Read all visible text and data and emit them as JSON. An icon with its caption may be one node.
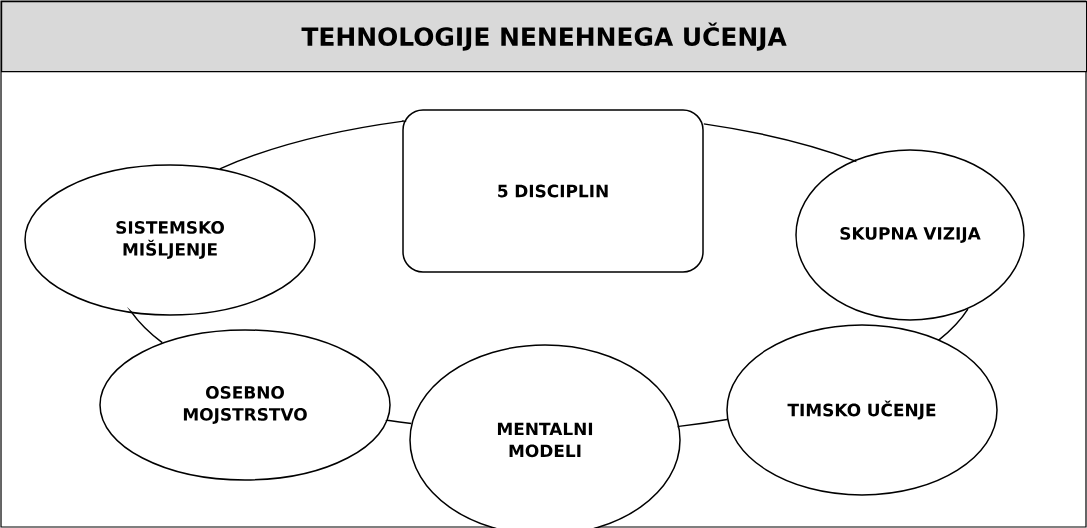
{
  "diagram": {
    "title": "TEHNOLOGIJE NENEHNEGA UČENJA",
    "nodes": [
      {
        "text": [
          "5 DISCIPLIN"
        ]
      },
      {
        "text": [
          "SISTEMSKO MIŠLJENJE"
        ]
      },
      {
        "text": [
          "SKUPNA VIZIJA"
        ]
      },
      {
        "text": [
          "OSEBNO MOJSTRSTVO"
        ]
      },
      {
        "text": [
          "MENTALNI MODELI"
        ]
      },
      {
        "text": [
          "TIMSKO UČENJE"
        ]
      }
    ],
    "edges": [
      {
        "from": 0,
        "to": 2,
        "arrow": "none"
      },
      {
        "from": 2,
        "to": 5,
        "arrow": "none"
      },
      {
        "from": 5,
        "to": 4,
        "arrow": "none"
      },
      {
        "from": 4,
        "to": 3,
        "arrow": "none"
      },
      {
        "from": 3,
        "to": 1,
        "arrow": "none"
      },
      {
        "from": 1,
        "to": 0,
        "arrow": "none"
      }
    ]
  }
}
